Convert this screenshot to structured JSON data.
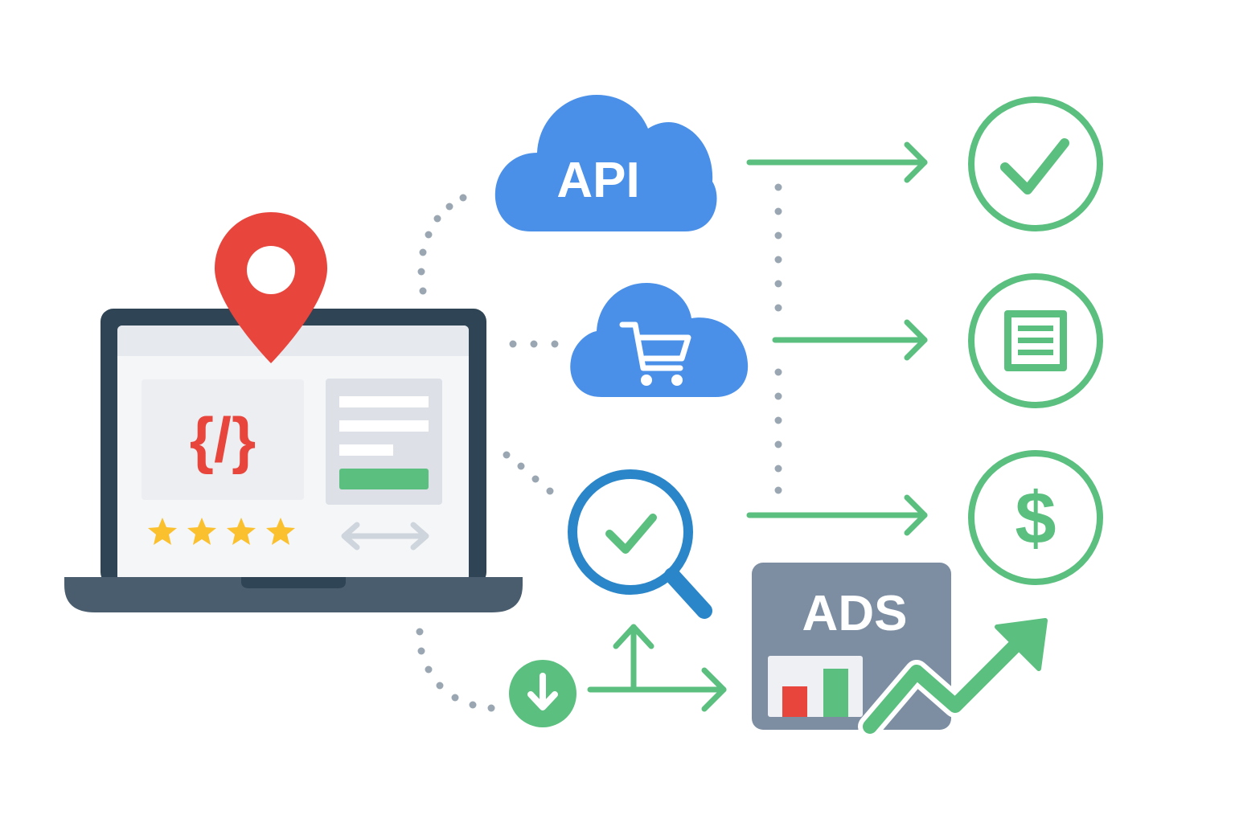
{
  "colors": {
    "background": "#ffffff",
    "laptop_frame": "#2f4454",
    "laptop_base": "#4a5d6e",
    "screen": "#f5f6f8",
    "screen_header": "#e6e9ee",
    "panel": "#eceef1",
    "sidebar_panel": "#dde1e7",
    "code_red": "#e8453c",
    "pin_red": "#e8453c",
    "star_yellow": "#fbc02d",
    "cloud_blue": "#4a90e8",
    "search_blue": "#2a86c8",
    "check_green": "#5bbf7f",
    "green_bar": "#5bbf7f",
    "dotted_gray": "#9aa7b3",
    "ads_box": "#7d8ea3",
    "arrow_gray": "#cfd5dc"
  },
  "clouds": {
    "api": {
      "label": "API",
      "icon": "cloud-icon"
    },
    "shop": {
      "icon": "shopping-cart-icon"
    }
  },
  "ads": {
    "label": "ADS",
    "icon": "bar-chart-icon"
  },
  "laptop": {
    "code_icon": "code-brackets-icon",
    "code_text": "{/}",
    "rating_stars": 4,
    "pin_icon": "location-pin-icon",
    "resize_icon": "double-arrow-icon"
  },
  "outcomes": [
    {
      "name": "success",
      "icon": "check-circle-icon"
    },
    {
      "name": "document",
      "icon": "document-circle-icon"
    },
    {
      "name": "revenue",
      "icon": "dollar-circle-icon",
      "symbol": "$"
    }
  ],
  "misc_icons": {
    "search": "magnifier-check-icon",
    "download": "download-circle-icon",
    "growth": "trend-up-arrow-icon",
    "split": "split-arrows-icon"
  }
}
